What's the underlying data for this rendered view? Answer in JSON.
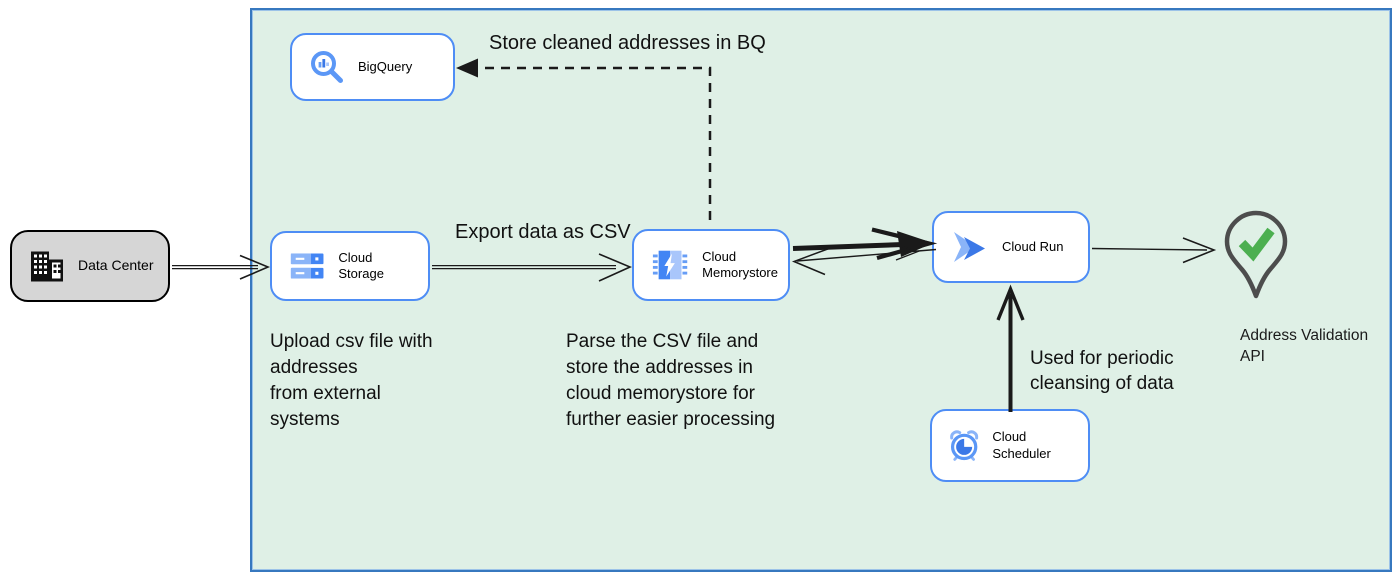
{
  "nodes": {
    "data_center": {
      "label": "Data Center",
      "icon": "building-icon"
    },
    "bigquery": {
      "label": "BigQuery",
      "icon": "bigquery-icon"
    },
    "cloud_storage": {
      "label": "Cloud Storage",
      "icon": "cloud-storage-icon"
    },
    "cloud_memorystore": {
      "label": "Cloud\nMemorystore",
      "icon": "memorystore-icon"
    },
    "cloud_run": {
      "label": "Cloud Run",
      "icon": "cloud-run-icon"
    },
    "cloud_scheduler": {
      "label": "Cloud Scheduler",
      "icon": "scheduler-icon"
    },
    "address_validation_api": {
      "label": "Address Validation\nAPI",
      "icon": "location-pin-check-icon"
    }
  },
  "edge_labels": {
    "store_bq": "Store cleaned addresses in BQ",
    "export_csv": "Export data as CSV",
    "periodic_cleansing": "Used for periodic\ncleansing of data"
  },
  "annotations": {
    "upload_note": "Upload csv file with\naddresses\nfrom external\nsystems",
    "parse_note": "Parse the CSV file and\nstore the addresses in\ncloud  memorystore for\nfurther easier processing"
  },
  "edges": [
    {
      "from": "data_center",
      "to": "cloud_storage",
      "style": "double-line-open-arrow",
      "label": ""
    },
    {
      "from": "cloud_storage",
      "to": "cloud_memorystore",
      "style": "double-line-open-arrow",
      "label": "Export data as CSV"
    },
    {
      "from": "cloud_memorystore",
      "to": "bigquery",
      "style": "dashed-solid-head",
      "label": "Store cleaned addresses in BQ"
    },
    {
      "from": "cloud_memorystore",
      "to": "cloud_run",
      "style": "thick-solid-arrow",
      "label": ""
    },
    {
      "from": "cloud_run",
      "to": "cloud_memorystore",
      "style": "thin-open-arrow",
      "label": ""
    },
    {
      "from": "cloud_run",
      "to": "address_validation_api",
      "style": "thin-open-arrow",
      "label": ""
    },
    {
      "from": "cloud_scheduler",
      "to": "cloud_run",
      "style": "thick-open-arrow",
      "label": "Used for periodic\ncleansing of data"
    }
  ],
  "colors": {
    "boundary_fill": "#dff0e6",
    "boundary_border": "#3778bf",
    "node_border": "#4e8df5",
    "node_fill": "#ffffff",
    "data_center_fill": "#d6d6d6",
    "arrow_black": "#1a1a1a",
    "pin_outline": "#4d4d4d",
    "check_green": "#4caf50",
    "icon_blue_dark": "#4285f4",
    "icon_blue_mid": "#669df6",
    "icon_blue_light": "#a9c6fb"
  }
}
